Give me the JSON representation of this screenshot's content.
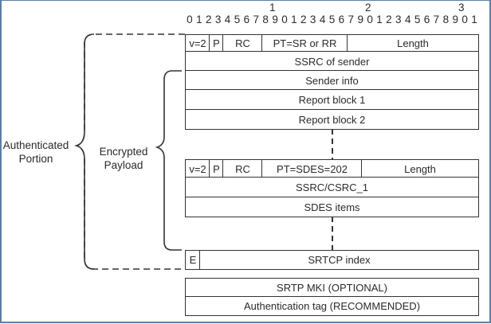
{
  "bit_ruler": {
    "tens": [
      "1",
      "2",
      "3"
    ],
    "units": [
      "0",
      "1",
      "2",
      "3",
      "4",
      "5",
      "6",
      "7",
      "8",
      "9",
      "0",
      "1",
      "2",
      "3",
      "4",
      "5",
      "6",
      "7",
      "9",
      "0",
      "1",
      "2",
      "3",
      "4",
      "5",
      "6",
      "7",
      "8",
      "9",
      "0",
      "1"
    ]
  },
  "labels": {
    "authenticated": [
      "Authenticated",
      "Portion"
    ],
    "encrypted": [
      "Encrypted",
      "Payload"
    ]
  },
  "sr_rr_packet": {
    "header": [
      "v=2",
      "P",
      "RC",
      "PT=SR or RR",
      "Length"
    ],
    "rows": [
      "SSRC of sender",
      "Sender info",
      "Report block 1",
      "Report block 2"
    ]
  },
  "sdes_packet": {
    "header": [
      "v=2",
      "P",
      "RC",
      "PT=SDES=202",
      "Length"
    ],
    "rows": [
      "SSRC/CSRC_1",
      "SDES items"
    ]
  },
  "srtcp_index": {
    "e_flag": "E",
    "label": "SRTCP index"
  },
  "trailer": {
    "rows": [
      "SRTP MKI (OPTIONAL)",
      "Authentication tag (RECOMMENDED)"
    ]
  }
}
